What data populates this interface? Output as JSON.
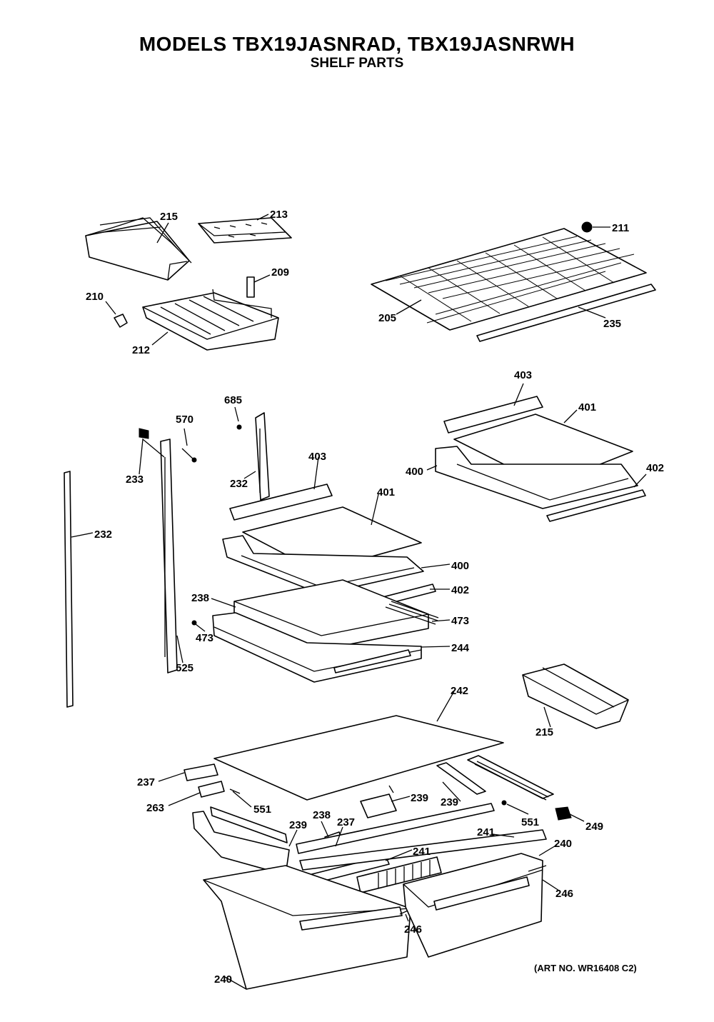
{
  "header": {
    "models_title": "MODELS TBX19JASNRAD, TBX19JASNRWH",
    "subtitle": "SHELF PARTS"
  },
  "footer": {
    "art_no": "(ART NO. WR16408 C2)"
  },
  "callouts": {
    "c215a": "215",
    "c213": "213",
    "c209": "209",
    "c210": "210",
    "c212": "212",
    "c211": "211",
    "c205": "205",
    "c235": "235",
    "c403a": "403",
    "c401a": "401",
    "c400a": "400",
    "c402a": "402",
    "c685": "685",
    "c570": "570",
    "c233": "233",
    "c232a": "232",
    "c232b": "232",
    "c403b": "403",
    "c401b": "401",
    "c400b": "400",
    "c402b": "402",
    "c238a": "238",
    "c473a": "473",
    "c473b": "473",
    "c525": "525",
    "c244": "244",
    "c242": "242",
    "c215b": "215",
    "c237a": "237",
    "c263": "263",
    "c551a": "551",
    "c239a": "239",
    "c239b": "239",
    "c551b": "551",
    "c249": "249",
    "c239c": "239",
    "c238b": "238",
    "c237b": "237",
    "c241a": "241",
    "c240a": "240",
    "c241b": "241",
    "c246a": "246",
    "c246b": "246",
    "c240b": "240"
  }
}
